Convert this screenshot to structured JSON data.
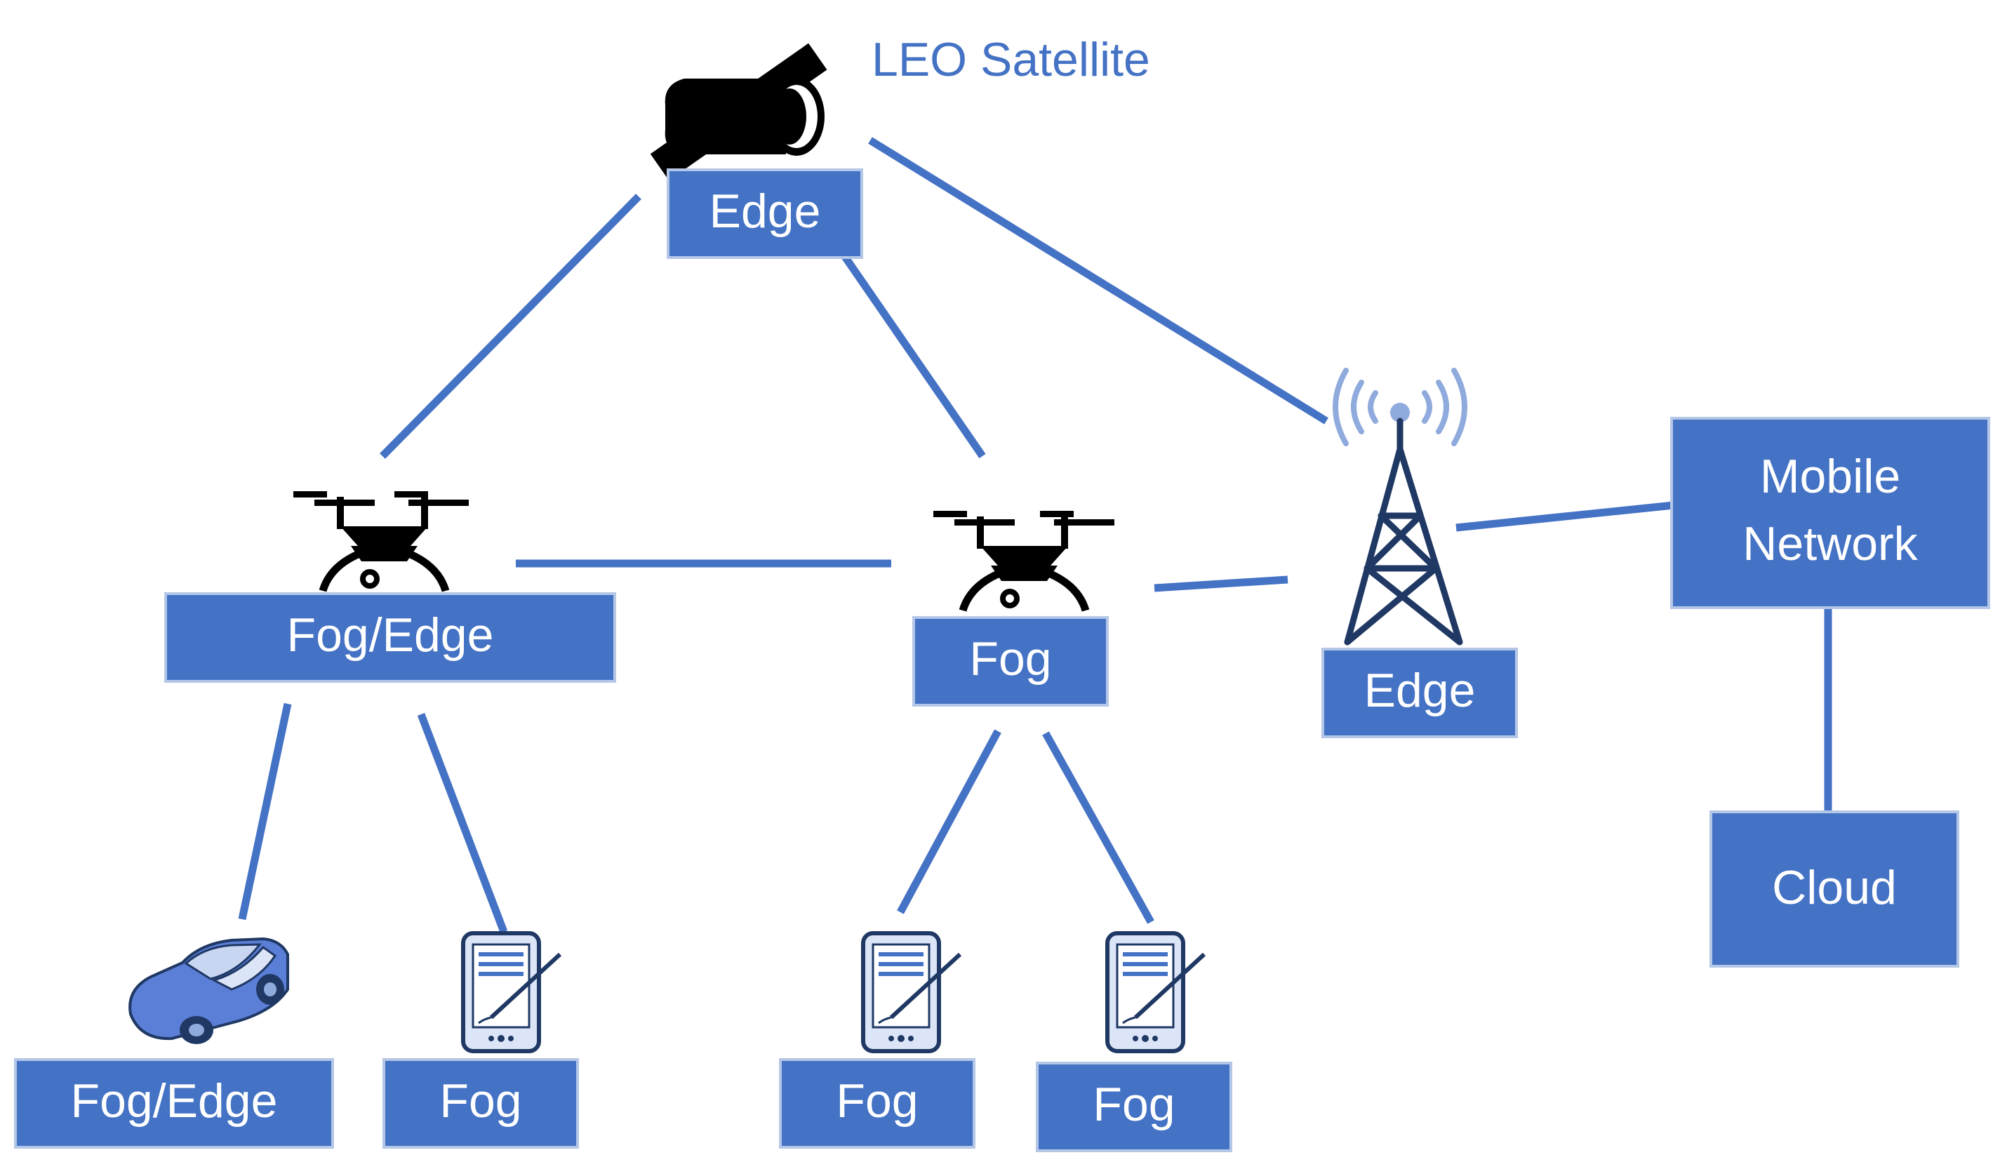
{
  "colors": {
    "box_fill": "#4472C4",
    "box_stroke": "#B4C7E7",
    "link": "#4472C4",
    "label_text": "#4472C4",
    "tower": "#1F3864",
    "icon_black": "#000000"
  },
  "satellite_label": "LEO Satellite",
  "nodes": {
    "satellite_box": "Edge",
    "drone_left_box": "Fog/Edge",
    "drone_center_box": "Fog",
    "tower_box": "Edge",
    "mobile_network_box": [
      "Mobile",
      "Network"
    ],
    "cloud_box": "Cloud",
    "car_box": "Fog/Edge",
    "tablet_1_box": "Fog",
    "tablet_2_box": "Fog",
    "tablet_3_box": "Fog"
  },
  "icons": {
    "satellite": "satellite-icon",
    "drone": "drone-icon",
    "tower": "cell-tower-icon",
    "car": "car-icon",
    "tablet": "tablet-pen-icon"
  }
}
